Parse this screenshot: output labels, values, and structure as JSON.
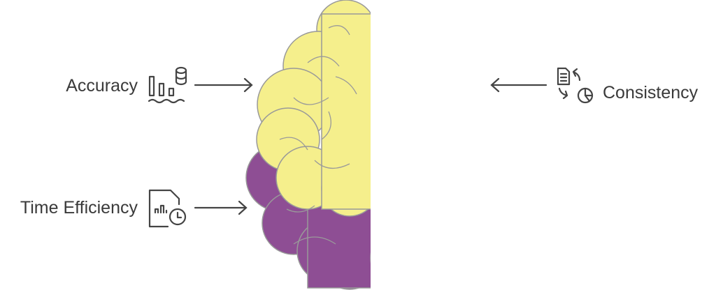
{
  "labels": {
    "accuracy": "Accuracy",
    "time_efficiency": "Time Efficiency",
    "consistency": "Consistency"
  },
  "icons": {
    "accuracy": "bar-chart-database-icon",
    "time_efficiency": "report-clock-icon",
    "consistency": "document-pie-cycle-icon"
  },
  "colors": {
    "left_top": "#F5EF8C",
    "right_top": "#F2E93A",
    "left_bottom": "#8E4E94",
    "right_bottom": "#CBA9CB",
    "text": "#3a3a3a"
  }
}
